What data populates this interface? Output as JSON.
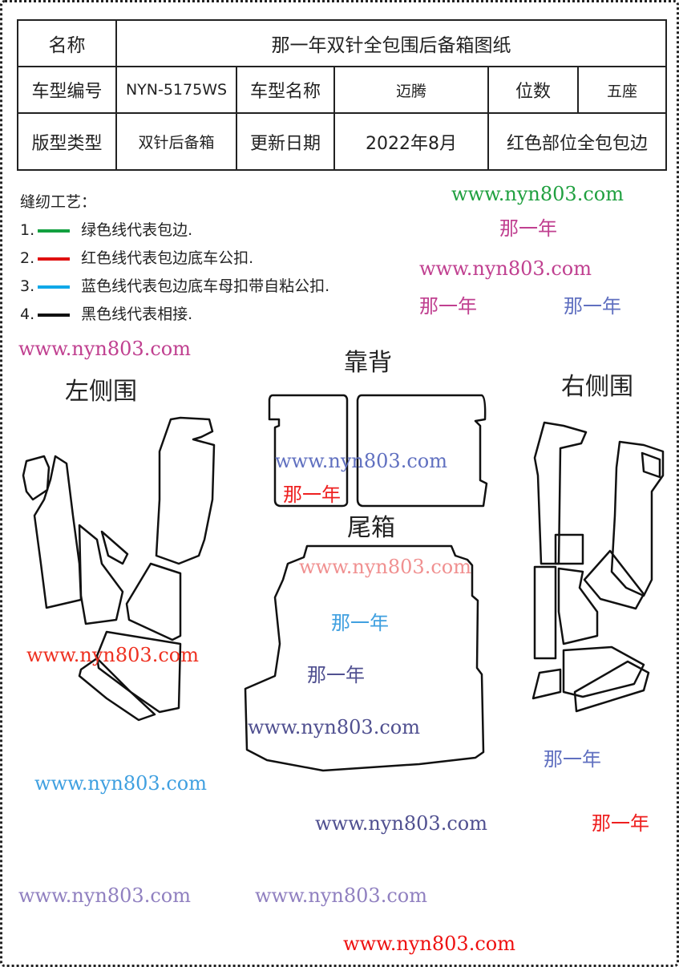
{
  "table": {
    "name_label": "名称",
    "name_value": "那一年双针全包围后备箱图纸",
    "model_code_label": "车型编号",
    "model_code": "NYN-5175WS",
    "model_name_label": "车型名称",
    "model_name": "迈腾",
    "seats_label": "位数",
    "seats": "五座",
    "type_label": "版型类型",
    "type": "双针后备箱",
    "date_label": "更新日期",
    "date": "2022年8月",
    "note": "红色部位全包包边"
  },
  "legend": {
    "title": "缝纫工艺：",
    "items": [
      {
        "num": "1.",
        "color": "#12a040",
        "text": "绿色线代表包边."
      },
      {
        "num": "2.",
        "color": "#e01010",
        "text": "红色线代表包边底车公扣."
      },
      {
        "num": "3.",
        "color": "#10a8e8",
        "text": "蓝色线代表包边底车母扣带自粘公扣."
      },
      {
        "num": "4.",
        "color": "#111111",
        "text": "黑色线代表相接."
      }
    ]
  },
  "parts": {
    "left": "左侧围",
    "back": "靠背",
    "right": "右侧围",
    "trunk": "尾箱"
  },
  "watermarks": {
    "brand": "那一年",
    "site": "www.nyn803.com"
  }
}
